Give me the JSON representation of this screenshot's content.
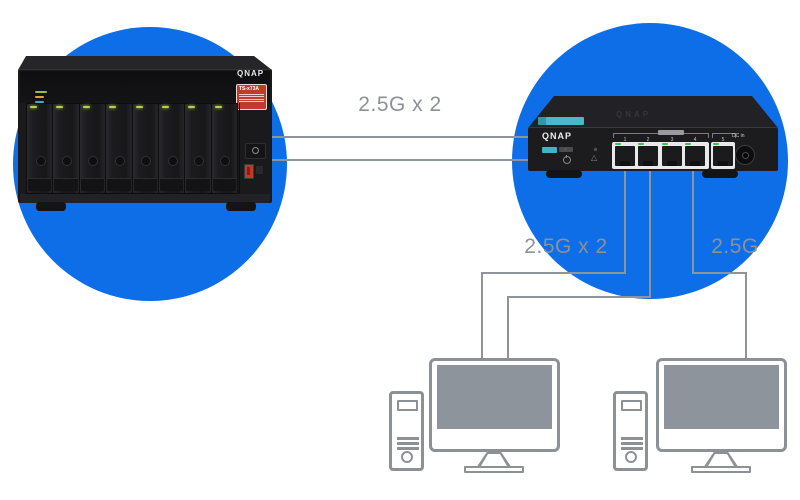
{
  "diagram": {
    "connections": {
      "nas_to_switch_label": "2.5G x 2",
      "switch_to_pc1_label": "2.5G x 2",
      "switch_to_pc2_label": "2.5G"
    },
    "nas": {
      "brand": "QNAP",
      "model": "TS-x73A"
    },
    "switch": {
      "brand": "QNAP",
      "dc_in_label": "DC in",
      "port_labels": [
        "1",
        "2",
        "3",
        "4",
        "5"
      ]
    },
    "colors": {
      "circle_blue": "#0d6ee8",
      "line_gray": "#8f9499",
      "label_gray": "#8c9196"
    }
  }
}
